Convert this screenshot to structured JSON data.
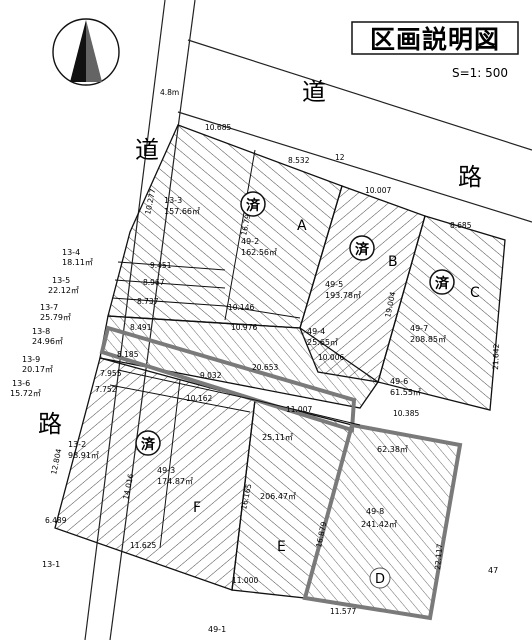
{
  "header": {
    "title": "区画説明図",
    "scale": "S=1: 500"
  },
  "road": {
    "char_top": "道",
    "char_right": "路",
    "char_left_top": "道",
    "char_left_bottom": "路",
    "width": "4.8m"
  },
  "stamp": "済",
  "parcels": {
    "A": "A",
    "B": "B",
    "C": "C",
    "D": "D",
    "E": "E",
    "F": "F"
  },
  "lots": {
    "l13_3": {
      "id": "13-3",
      "area": "157.66㎡"
    },
    "l49_2": {
      "id": "49-2",
      "area": "162.56㎡"
    },
    "l49_5": {
      "id": "49-5",
      "area": "193.78㎡"
    },
    "l49_7": {
      "id": "49-7",
      "area": "208.85㎡"
    },
    "l49_4": {
      "id": "49-4",
      "area": "25.65㎡"
    },
    "l49_6": {
      "id": "49-6",
      "area": "61.55㎡"
    },
    "l13_2": {
      "id": "13-2",
      "area": "98.91㎡"
    },
    "l49_3": {
      "id": "49-3",
      "area": "174.87㎡"
    },
    "l49_e1": {
      "id": "",
      "area": "25.11㎡"
    },
    "l49_e2": {
      "id": "",
      "area": "206.47㎡"
    },
    "l49_d1": {
      "id": "",
      "area": "62.38㎡"
    },
    "l49_8": {
      "id": "49-8",
      "area": "241.42㎡"
    }
  },
  "left_lots": [
    {
      "id": "13-4",
      "area": "18.11㎡"
    },
    {
      "id": "13-5",
      "area": "22.12㎡"
    },
    {
      "id": "13-7",
      "area": "25.79㎡"
    },
    {
      "id": "13-8",
      "area": "24.96㎡"
    },
    {
      "id": "13-9",
      "area": "20.17㎡"
    },
    {
      "id": "13-6",
      "area": "15.72㎡"
    }
  ],
  "dims": {
    "d10_685": "10.685",
    "d8_532": "8.532",
    "d12": "12",
    "d10_007": "10.007",
    "d8_685": "8.685",
    "d10_277": "10.277",
    "d16_7": "16.79",
    "d9_451": "9.451",
    "d8_967": "8.967",
    "d8_737": "8.737",
    "d8_491": "8.491",
    "d10_146": "10.146",
    "d10_976": "10.976",
    "d19_004": "19.004",
    "d10_006": "10.006",
    "d8_185": "8.185",
    "d9_032": "9.032",
    "d20_653": "20.653",
    "d7_955": "7.955",
    "d7_752": "7.752",
    "d10_162": "10.162",
    "d11_007": "11.007",
    "d10_385": "10.385",
    "d21_642": "21.642",
    "d12_804": "12.804",
    "d14_016": "14.016",
    "d16_165": "16.165",
    "d6_489": "6.489",
    "d11_625": "11.625",
    "d11_000": "11.000",
    "d16_879": "16.879",
    "d22_117": "22.117",
    "d11_577": "11.577"
  },
  "bottom": {
    "l13_1": "13-1",
    "l49_1": "49-1",
    "l47": "47"
  }
}
